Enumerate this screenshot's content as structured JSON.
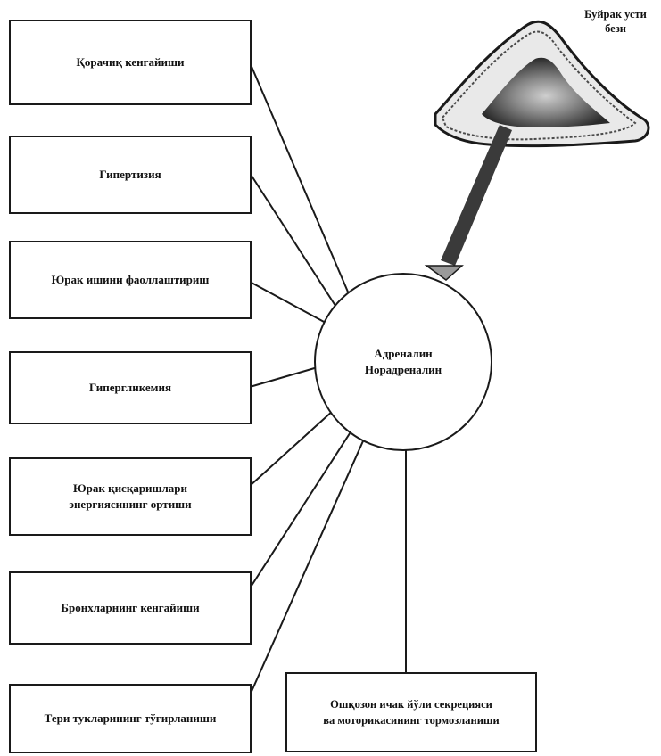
{
  "effects": [
    {
      "id": "pupil",
      "lines": [
        "Қорачиқ кенгайиши"
      ]
    },
    {
      "id": "hypertension",
      "lines": [
        "Гипертизия"
      ]
    },
    {
      "id": "heart-activation",
      "lines": [
        "Юрак ишини фаоллаштириш"
      ]
    },
    {
      "id": "hyperglycemia",
      "lines": [
        "Гипергликемия"
      ]
    },
    {
      "id": "heart-contraction",
      "lines": [
        "Юрак қисқаришлари",
        "энергиясининг ортиши"
      ]
    },
    {
      "id": "bronchi",
      "lines": [
        "Бронхларнинг кенгайиши"
      ]
    },
    {
      "id": "skin-hair",
      "lines": [
        "Тери тукларининг тўғирланиши"
      ]
    },
    {
      "id": "gi-inhibition",
      "lines": [
        "Ошқозон ичак йўли секрецияси",
        "ва моторикасининг тормозланиши"
      ]
    }
  ],
  "hormone": {
    "line1": "Адреналин",
    "line2": "Норадреналин"
  },
  "gland": {
    "line1": "Буйрак усти",
    "line2": "бези"
  }
}
